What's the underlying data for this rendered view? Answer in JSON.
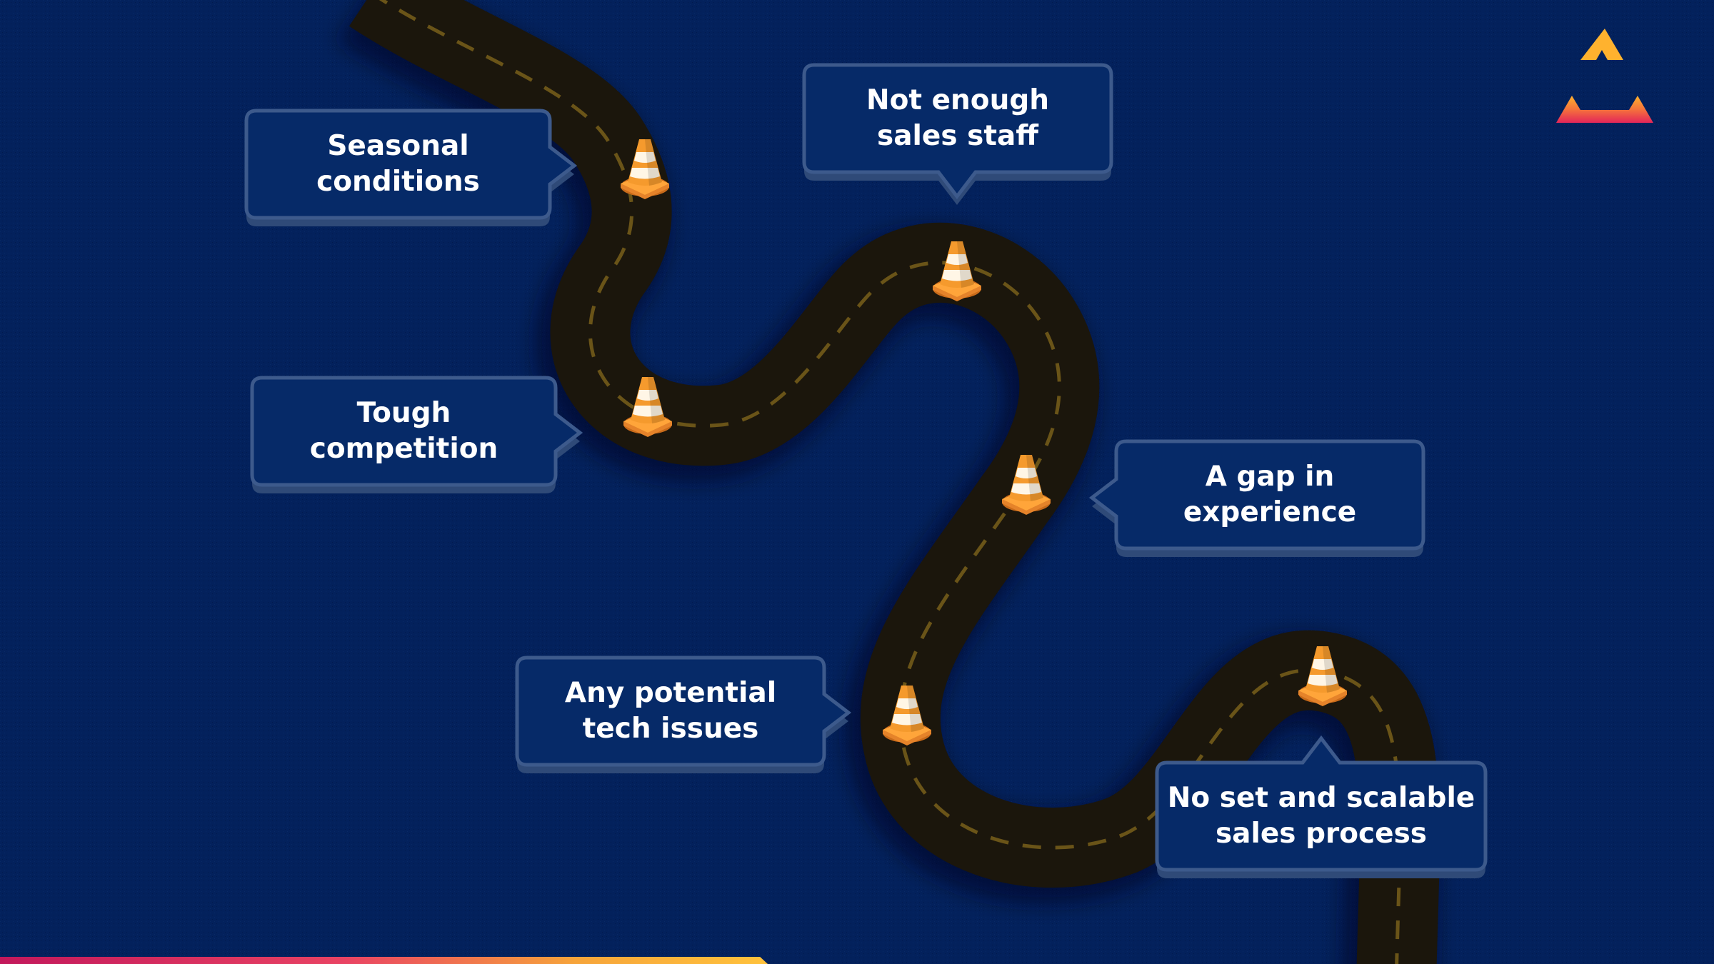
{
  "colors": {
    "background": "#03215c",
    "road": "#1b160c",
    "road_shadow": "#020b22",
    "lane_dash": "#6a5418",
    "callout_fill": "#062a68",
    "callout_border": "#3d5a8c",
    "text": "#ffffff",
    "cone_orange": "#f59a2d",
    "cone_stripe": "#fff6e6",
    "logo_top": "#ffb22e",
    "logo_bottom": "#e3265a"
  },
  "logo": {
    "icon": "triangle-logo-icon"
  },
  "challenges": [
    {
      "id": "seasonal",
      "label": "Seasonal\nconditions"
    },
    {
      "id": "staff",
      "label": "Not enough\nsales staff"
    },
    {
      "id": "competition",
      "label": "Tough\ncompetition"
    },
    {
      "id": "experience",
      "label": "A gap in\nexperience"
    },
    {
      "id": "tech",
      "label": "Any potential\ntech issues"
    },
    {
      "id": "process",
      "label": "No set and scalable\nsales process"
    }
  ],
  "cone_icon": "traffic-cone-icon"
}
